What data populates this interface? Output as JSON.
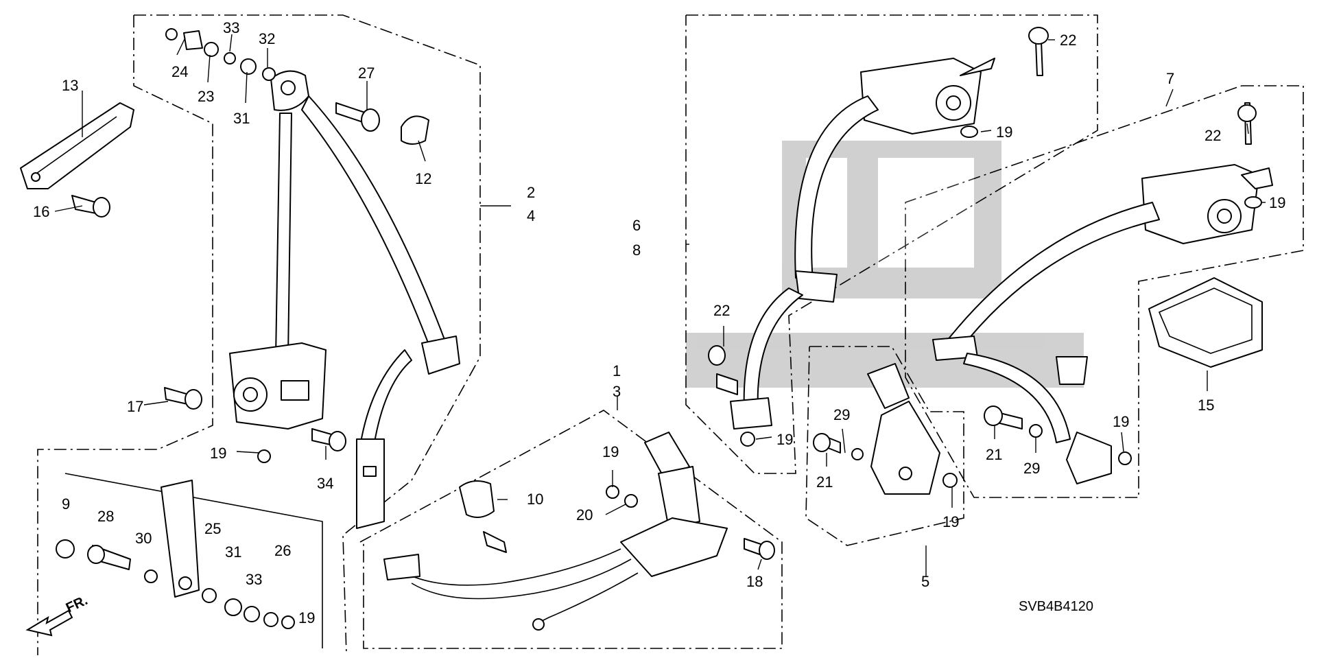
{
  "diagram": {
    "diagram_code": "SVB4B4120",
    "direction_label": "FR.",
    "callouts": {
      "c1": "1",
      "c3": "3",
      "c2": "2",
      "c4": "4",
      "c5": "5",
      "c6": "6",
      "c7": "7",
      "c8": "8",
      "c9": "9",
      "c10": "10",
      "c12": "12",
      "c13": "13",
      "c15": "15",
      "c16": "16",
      "c17": "17",
      "c18": "18",
      "c19": "19",
      "c20": "20",
      "c21": "21",
      "c22": "22",
      "c23": "23",
      "c24": "24",
      "c25": "25",
      "c26": "26",
      "c27": "27",
      "c28": "28",
      "c29": "29",
      "c30": "30",
      "c31": "31",
      "c32": "32",
      "c33": "33",
      "c34": "34"
    }
  }
}
